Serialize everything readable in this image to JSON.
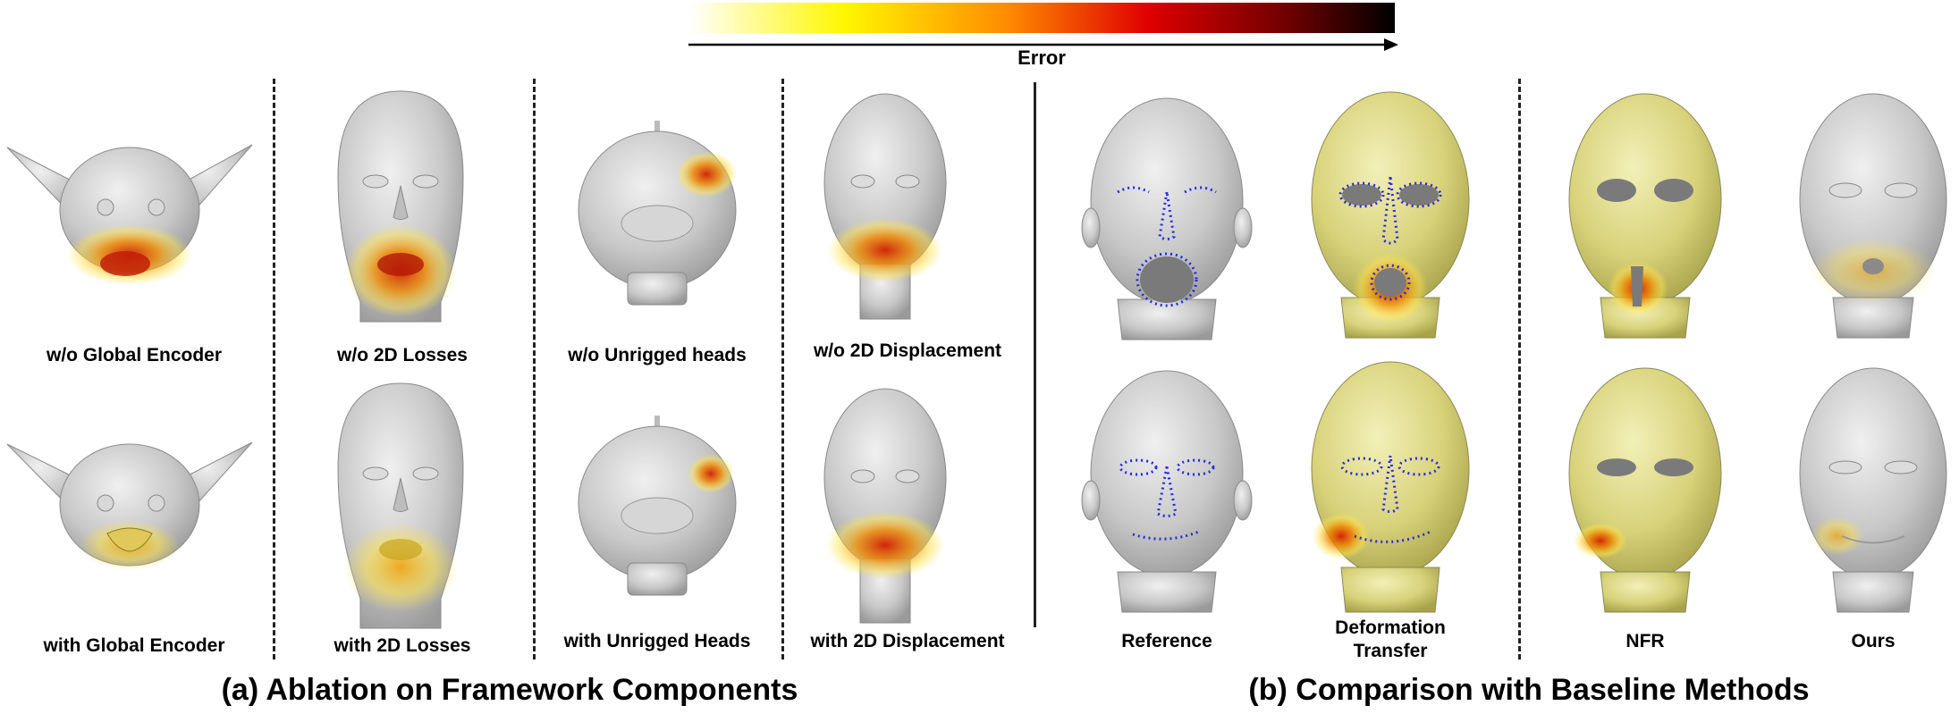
{
  "error_bar": {
    "label": "Error"
  },
  "ablation": {
    "caption": "(a) Ablation on Framework Components",
    "columns": [
      {
        "top_label": "w/o Global Encoder",
        "bottom_label": "with Global Encoder"
      },
      {
        "top_label": "w/o 2D Losses",
        "bottom_label": "with 2D Losses"
      },
      {
        "top_label": "w/o Unrigged heads",
        "bottom_label": "with Unrigged Heads"
      },
      {
        "top_label": "w/o 2D Displacement",
        "bottom_label": "with 2D Displacement"
      }
    ]
  },
  "comparison": {
    "caption": "(b) Comparison with Baseline Methods",
    "columns": [
      {
        "label": "Reference"
      },
      {
        "label": "Deformation Transfer"
      },
      {
        "label": "NFR"
      },
      {
        "label": "Ours"
      }
    ]
  },
  "colors": {
    "mesh_gray": "#c8c8c8",
    "landmark_blue": "#2b2bd9",
    "error_low": "#fff066",
    "error_high": "#c61a00"
  }
}
